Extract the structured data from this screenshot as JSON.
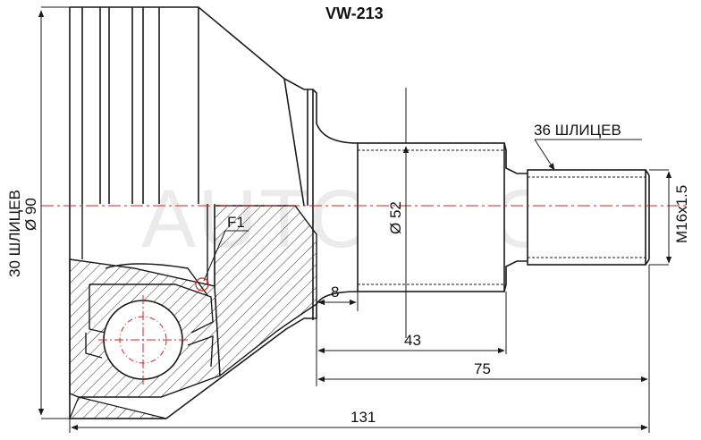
{
  "title": "VW-213",
  "watermark": "AUTOTOOT",
  "labels": {
    "splines_outer": "36 ШЛИЦЕВ",
    "splines_inner": "30 ШЛИЦЕВ",
    "dia_housing": "Ø 90",
    "dia_stub": "Ø 52",
    "thread": "M16x1.5",
    "feature": "F1"
  },
  "dimensions": {
    "d8": "8",
    "d43": "43",
    "d75": "75",
    "d131": "131"
  },
  "colors": {
    "line": "#1a1a1a",
    "centerline": "#d42020",
    "hatch": "#333333",
    "watermark": "#ebebeb"
  }
}
